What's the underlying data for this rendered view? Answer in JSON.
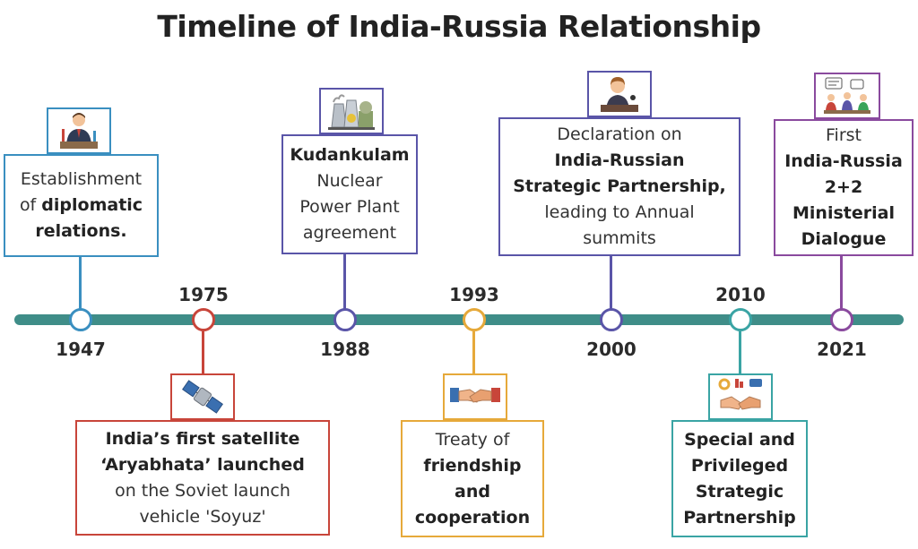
{
  "title": "Timeline of India-Russia Relationship",
  "colors": {
    "axis": "#3f8d88",
    "e1947": "#3a8fc0",
    "e1975": "#c8453a",
    "e1988": "#5a55a8",
    "e1993": "#e6a93a",
    "e2000": "#5a55a8",
    "e2010": "#3aa4a4",
    "e2021": "#8a4a9e"
  },
  "events": {
    "e1947": {
      "year": "1947",
      "icon": "diplomat-icon",
      "lines": [
        {
          "normal": "Establishment",
          "bold": ""
        },
        {
          "normal": "of ",
          "bold": "diplomatic"
        },
        {
          "normal": "",
          "bold": "relations."
        }
      ]
    },
    "e1975": {
      "year": "1975",
      "icon": "satellite-icon",
      "lines": [
        {
          "normal": "",
          "bold": "India’s first satellite"
        },
        {
          "normal": "",
          "bold": "‘Aryabhata’  launched"
        },
        {
          "normal": "on the Soviet launch",
          "bold": ""
        },
        {
          "normal": "vehicle 'Soyuz'",
          "bold": ""
        }
      ]
    },
    "e1988": {
      "year": "1988",
      "icon": "nuclear-plant-icon",
      "lines": [
        {
          "normal": "",
          "bold": "Kudankulam"
        },
        {
          "normal": "Nuclear",
          "bold": ""
        },
        {
          "normal": "Power Plant",
          "bold": ""
        },
        {
          "normal": "agreement",
          "bold": ""
        }
      ]
    },
    "e1993": {
      "year": "1993",
      "icon": "handshake-icon",
      "lines": [
        {
          "normal": "Treaty of",
          "bold": ""
        },
        {
          "normal": "",
          "bold": "friendship"
        },
        {
          "normal": "",
          "bold": "and"
        },
        {
          "normal": "",
          "bold": "cooperation"
        }
      ]
    },
    "e2000": {
      "year": "2000",
      "icon": "speaker-icon",
      "lines": [
        {
          "normal": "Declaration on",
          "bold": ""
        },
        {
          "normal": "",
          "bold": "India-Russian"
        },
        {
          "normal": "",
          "bold": "Strategic Partnership,"
        },
        {
          "normal": "leading to Annual",
          "bold": ""
        },
        {
          "normal": "summits",
          "bold": ""
        }
      ]
    },
    "e2010": {
      "year": "2010",
      "icon": "partnership-icon",
      "lines": [
        {
          "normal": "",
          "bold": "Special and"
        },
        {
          "normal": "",
          "bold": "Privileged"
        },
        {
          "normal": "",
          "bold": "Strategic"
        },
        {
          "normal": "",
          "bold": "Partnership"
        }
      ]
    },
    "e2021": {
      "year": "2021",
      "icon": "meeting-icon",
      "lines": [
        {
          "normal": "First",
          "bold": ""
        },
        {
          "normal": "",
          "bold": "India-Russia"
        },
        {
          "normal": "",
          "bold": "2+2"
        },
        {
          "normal": "",
          "bold": "Ministerial"
        },
        {
          "normal": "",
          "bold": "Dialogue"
        }
      ]
    }
  }
}
